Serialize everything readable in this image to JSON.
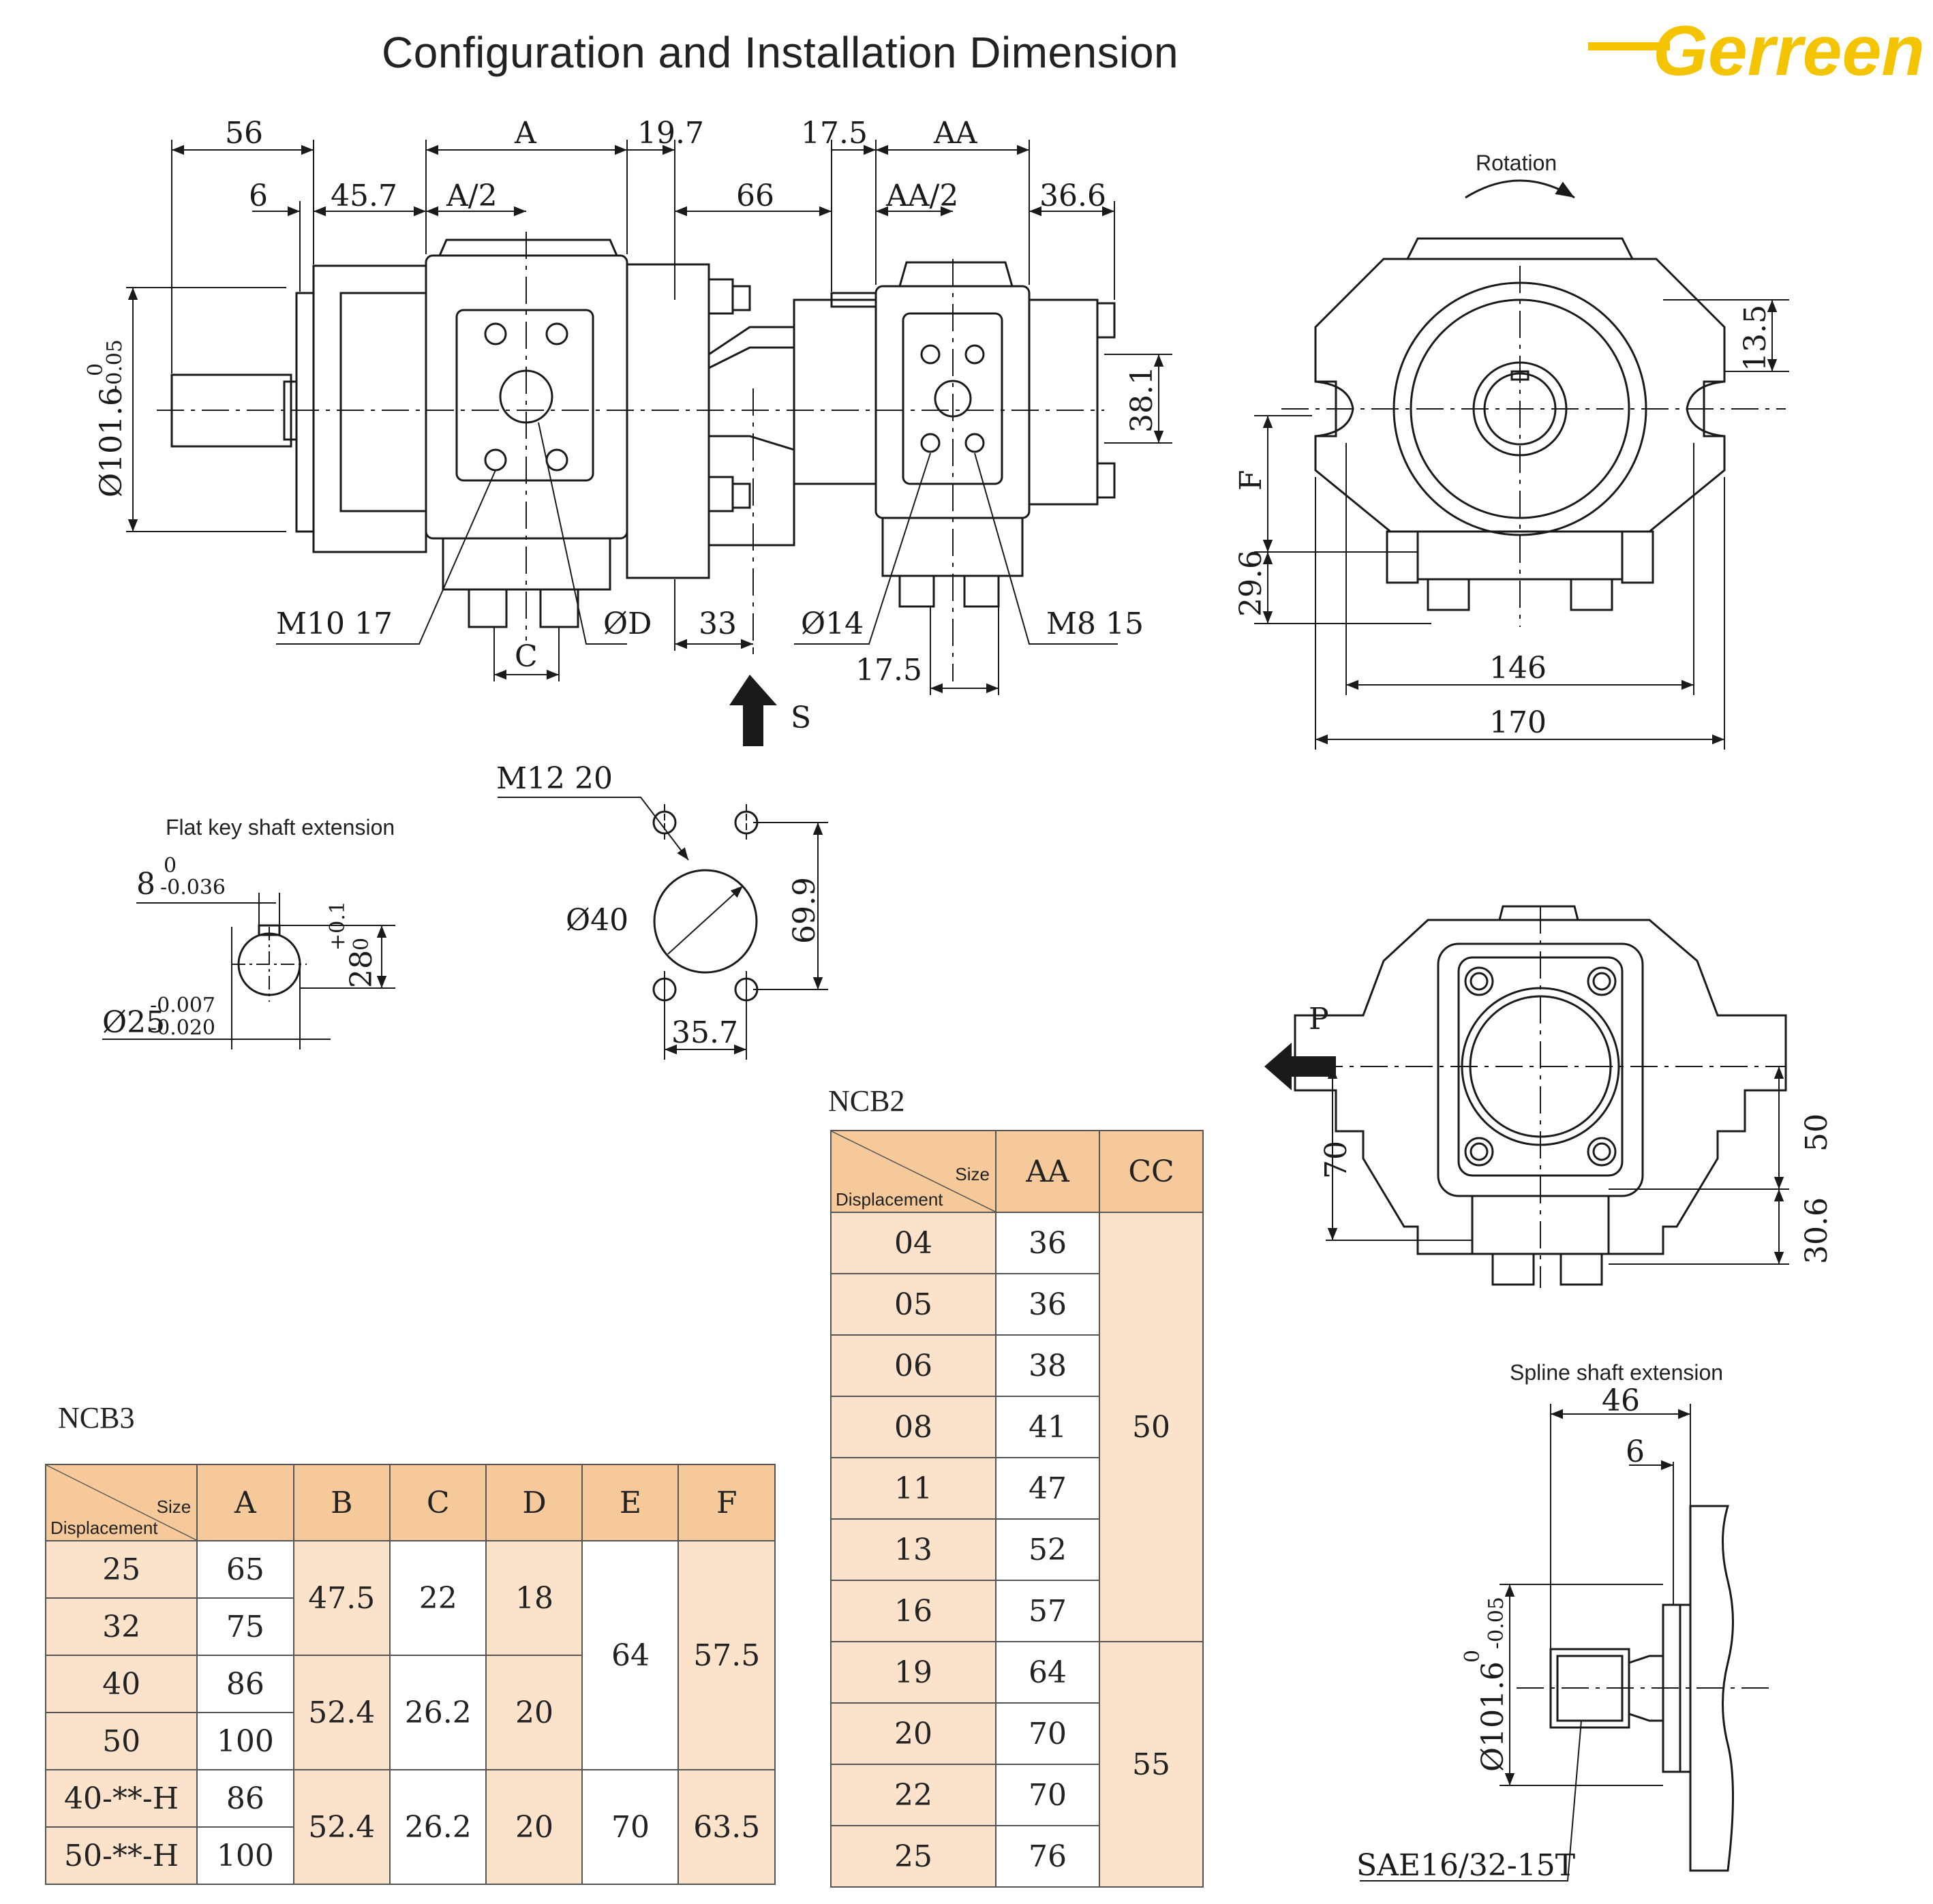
{
  "page": {
    "title": "Configuration and Installation Dimension",
    "logo_text": "Gerreen",
    "brand_color": "#f5c400"
  },
  "drawing": {
    "dims": {
      "d56": "56",
      "dA": "A",
      "d19_7": "19.7",
      "d17_5": "17.5",
      "dAA": "AA",
      "d6": "6",
      "d45_7": "45.7",
      "dA2": "A/2",
      "d66": "66",
      "dAA2": "AA/2",
      "d36_6": "36.6",
      "shaft_dia": "Ø101.6",
      "shaft_tol_up": "0",
      "shaft_tol_dn": "-0.05",
      "m10": "M10  17",
      "dD": "ØD",
      "d33": "33",
      "d14": "Ø14",
      "m8": "M8  15",
      "dC": "C",
      "d17_5b": "17.5",
      "d38_1": "38.1",
      "s": "S",
      "rotation": "Rotation",
      "d13_5": "13.5",
      "dF": "F",
      "d29_6": "29.6",
      "d146": "146",
      "d170": "170",
      "m12": "M12  20",
      "d40": "Ø40",
      "d69_9": "69.9",
      "d35_7": "35.7",
      "p": "P",
      "d70": "70",
      "d50": "50",
      "d30_6": "30.6"
    },
    "flat_key": {
      "caption": "Flat key shaft extension",
      "key": "8",
      "key_up": "0",
      "key_dn": "-0.036",
      "h": "28",
      "h_up": "+0.1",
      "h_dn": "0",
      "dia": "Ø25",
      "dia_up": "-0.007",
      "dia_dn": "-0.020"
    },
    "spline": {
      "caption": "Spline shaft extension",
      "d46": "46",
      "d6": "6",
      "dia": "Ø101.6",
      "dia_up": "0",
      "dia_dn": "-0.05",
      "spec": "SAE16/32-15T"
    }
  },
  "ncb3": {
    "name": "NCB3",
    "corner_size": "Size",
    "corner_disp": "Displacement",
    "headers": [
      "A",
      "B",
      "C",
      "D",
      "E",
      "F"
    ],
    "rows": [
      {
        "disp": "25",
        "A": "65"
      },
      {
        "disp": "32",
        "A": "75"
      },
      {
        "disp": "40",
        "A": "86"
      },
      {
        "disp": "50",
        "A": "100"
      },
      {
        "disp": "40-**-H",
        "A": "86"
      },
      {
        "disp": "50-**-H",
        "A": "100"
      }
    ],
    "merged": {
      "B1": "47.5",
      "C1": "22",
      "D1": "18",
      "B2": "52.4",
      "C2": "26.2",
      "D2": "20",
      "E1": "64",
      "F1": "57.5",
      "B3": "52.4",
      "C3": "26.2",
      "D3": "20",
      "E3": "70",
      "F3": "63.5"
    }
  },
  "ncb2": {
    "name": "NCB2",
    "corner_size": "Size",
    "corner_disp": "Displacement",
    "headers": [
      "AA",
      "CC"
    ],
    "rows": [
      {
        "disp": "04",
        "AA": "36"
      },
      {
        "disp": "05",
        "AA": "36"
      },
      {
        "disp": "06",
        "AA": "38"
      },
      {
        "disp": "08",
        "AA": "41"
      },
      {
        "disp": "11",
        "AA": "47"
      },
      {
        "disp": "13",
        "AA": "52"
      },
      {
        "disp": "16",
        "AA": "57"
      },
      {
        "disp": "19",
        "AA": "64"
      },
      {
        "disp": "20",
        "AA": "70"
      },
      {
        "disp": "22",
        "AA": "70"
      },
      {
        "disp": "25",
        "AA": "76"
      }
    ],
    "cc1": "50",
    "cc2": "55"
  }
}
